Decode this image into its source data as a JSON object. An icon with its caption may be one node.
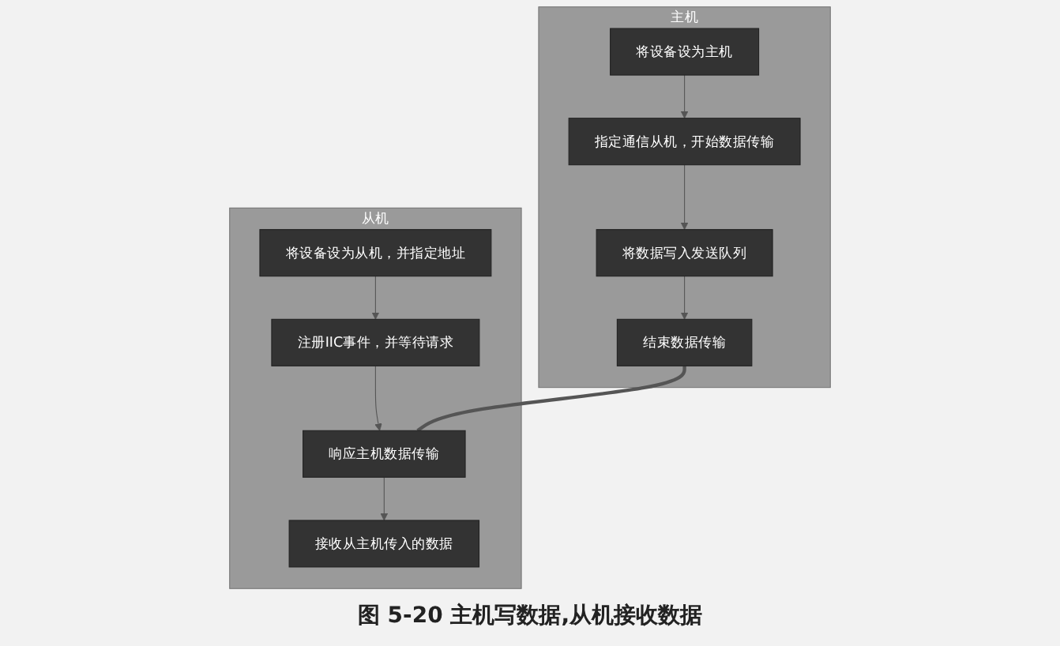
{
  "diagram": {
    "caption": "图 5-20 主机写数据,从机接收数据",
    "nodes": [
      {
        "text": [
          "主机"
        ]
      },
      {
        "text": [
          "将设备设为主机"
        ],
        "in": 0
      },
      {
        "text": [
          "指定通信从机，开始数据传输"
        ],
        "in": 0
      },
      {
        "text": [
          "将数据写入发送队列"
        ],
        "in": 0
      },
      {
        "text": [
          "结束数据传输"
        ],
        "in": 0
      },
      {
        "text": [
          "从机"
        ]
      },
      {
        "text": [
          "将设备设为从机，并指定地址"
        ],
        "in": 5
      },
      {
        "text": [
          "注册IIC事件，并等待请求"
        ],
        "in": 5
      },
      {
        "text": [
          "响应主机数据传输"
        ],
        "in": 5
      },
      {
        "text": [
          "接收从主机传入的数据"
        ],
        "in": 5
      }
    ],
    "edges": [
      {
        "from": 1,
        "to": 2,
        "arrow": "to"
      },
      {
        "from": 2,
        "to": 3,
        "arrow": "to"
      },
      {
        "from": 3,
        "to": 4,
        "arrow": "to"
      },
      {
        "from": 6,
        "to": 7,
        "arrow": "to"
      },
      {
        "from": 7,
        "to": 8,
        "arrow": "to"
      },
      {
        "from": 8,
        "to": 9,
        "arrow": "to"
      },
      {
        "from": 4,
        "to": 8,
        "arrow": "none",
        "style": "thick"
      }
    ]
  }
}
